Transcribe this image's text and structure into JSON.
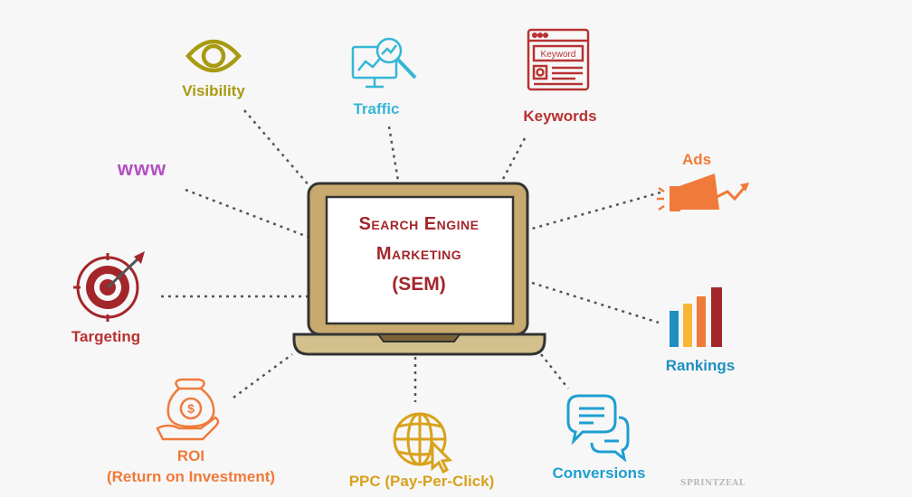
{
  "center": {
    "line1": "Search Engine",
    "line2": "Marketing",
    "line3": "(SEM)"
  },
  "nodes": {
    "visibility": "Visibility",
    "traffic": "Traffic",
    "keywords": "Keywords",
    "keyword_box": "Keyword",
    "ads": "Ads",
    "www": "www",
    "targeting": "Targeting",
    "rankings": "Rankings",
    "roi": "ROI",
    "roi_sub": "(Return on Investment)",
    "ppc": "PPC (Pay-Per-Click)",
    "conversions": "Conversions",
    "dollar": "$"
  },
  "watermark": "SPRINTZEAL",
  "colors": {
    "visibility": "#a99a12",
    "traffic": "#36b6d6",
    "keywords": "#b83232",
    "ads": "#f07a3a",
    "www": "#b24fc0",
    "targeting": "#b83232",
    "rankings": "#1e8fc0",
    "roi": "#f07a3a",
    "ppc": "#d8a21c",
    "conversions": "#1e9fd0",
    "laptop_frame": "#9a7a4a",
    "laptop_frame_light": "#d2bf8f",
    "screen_title": "#a3262b"
  }
}
